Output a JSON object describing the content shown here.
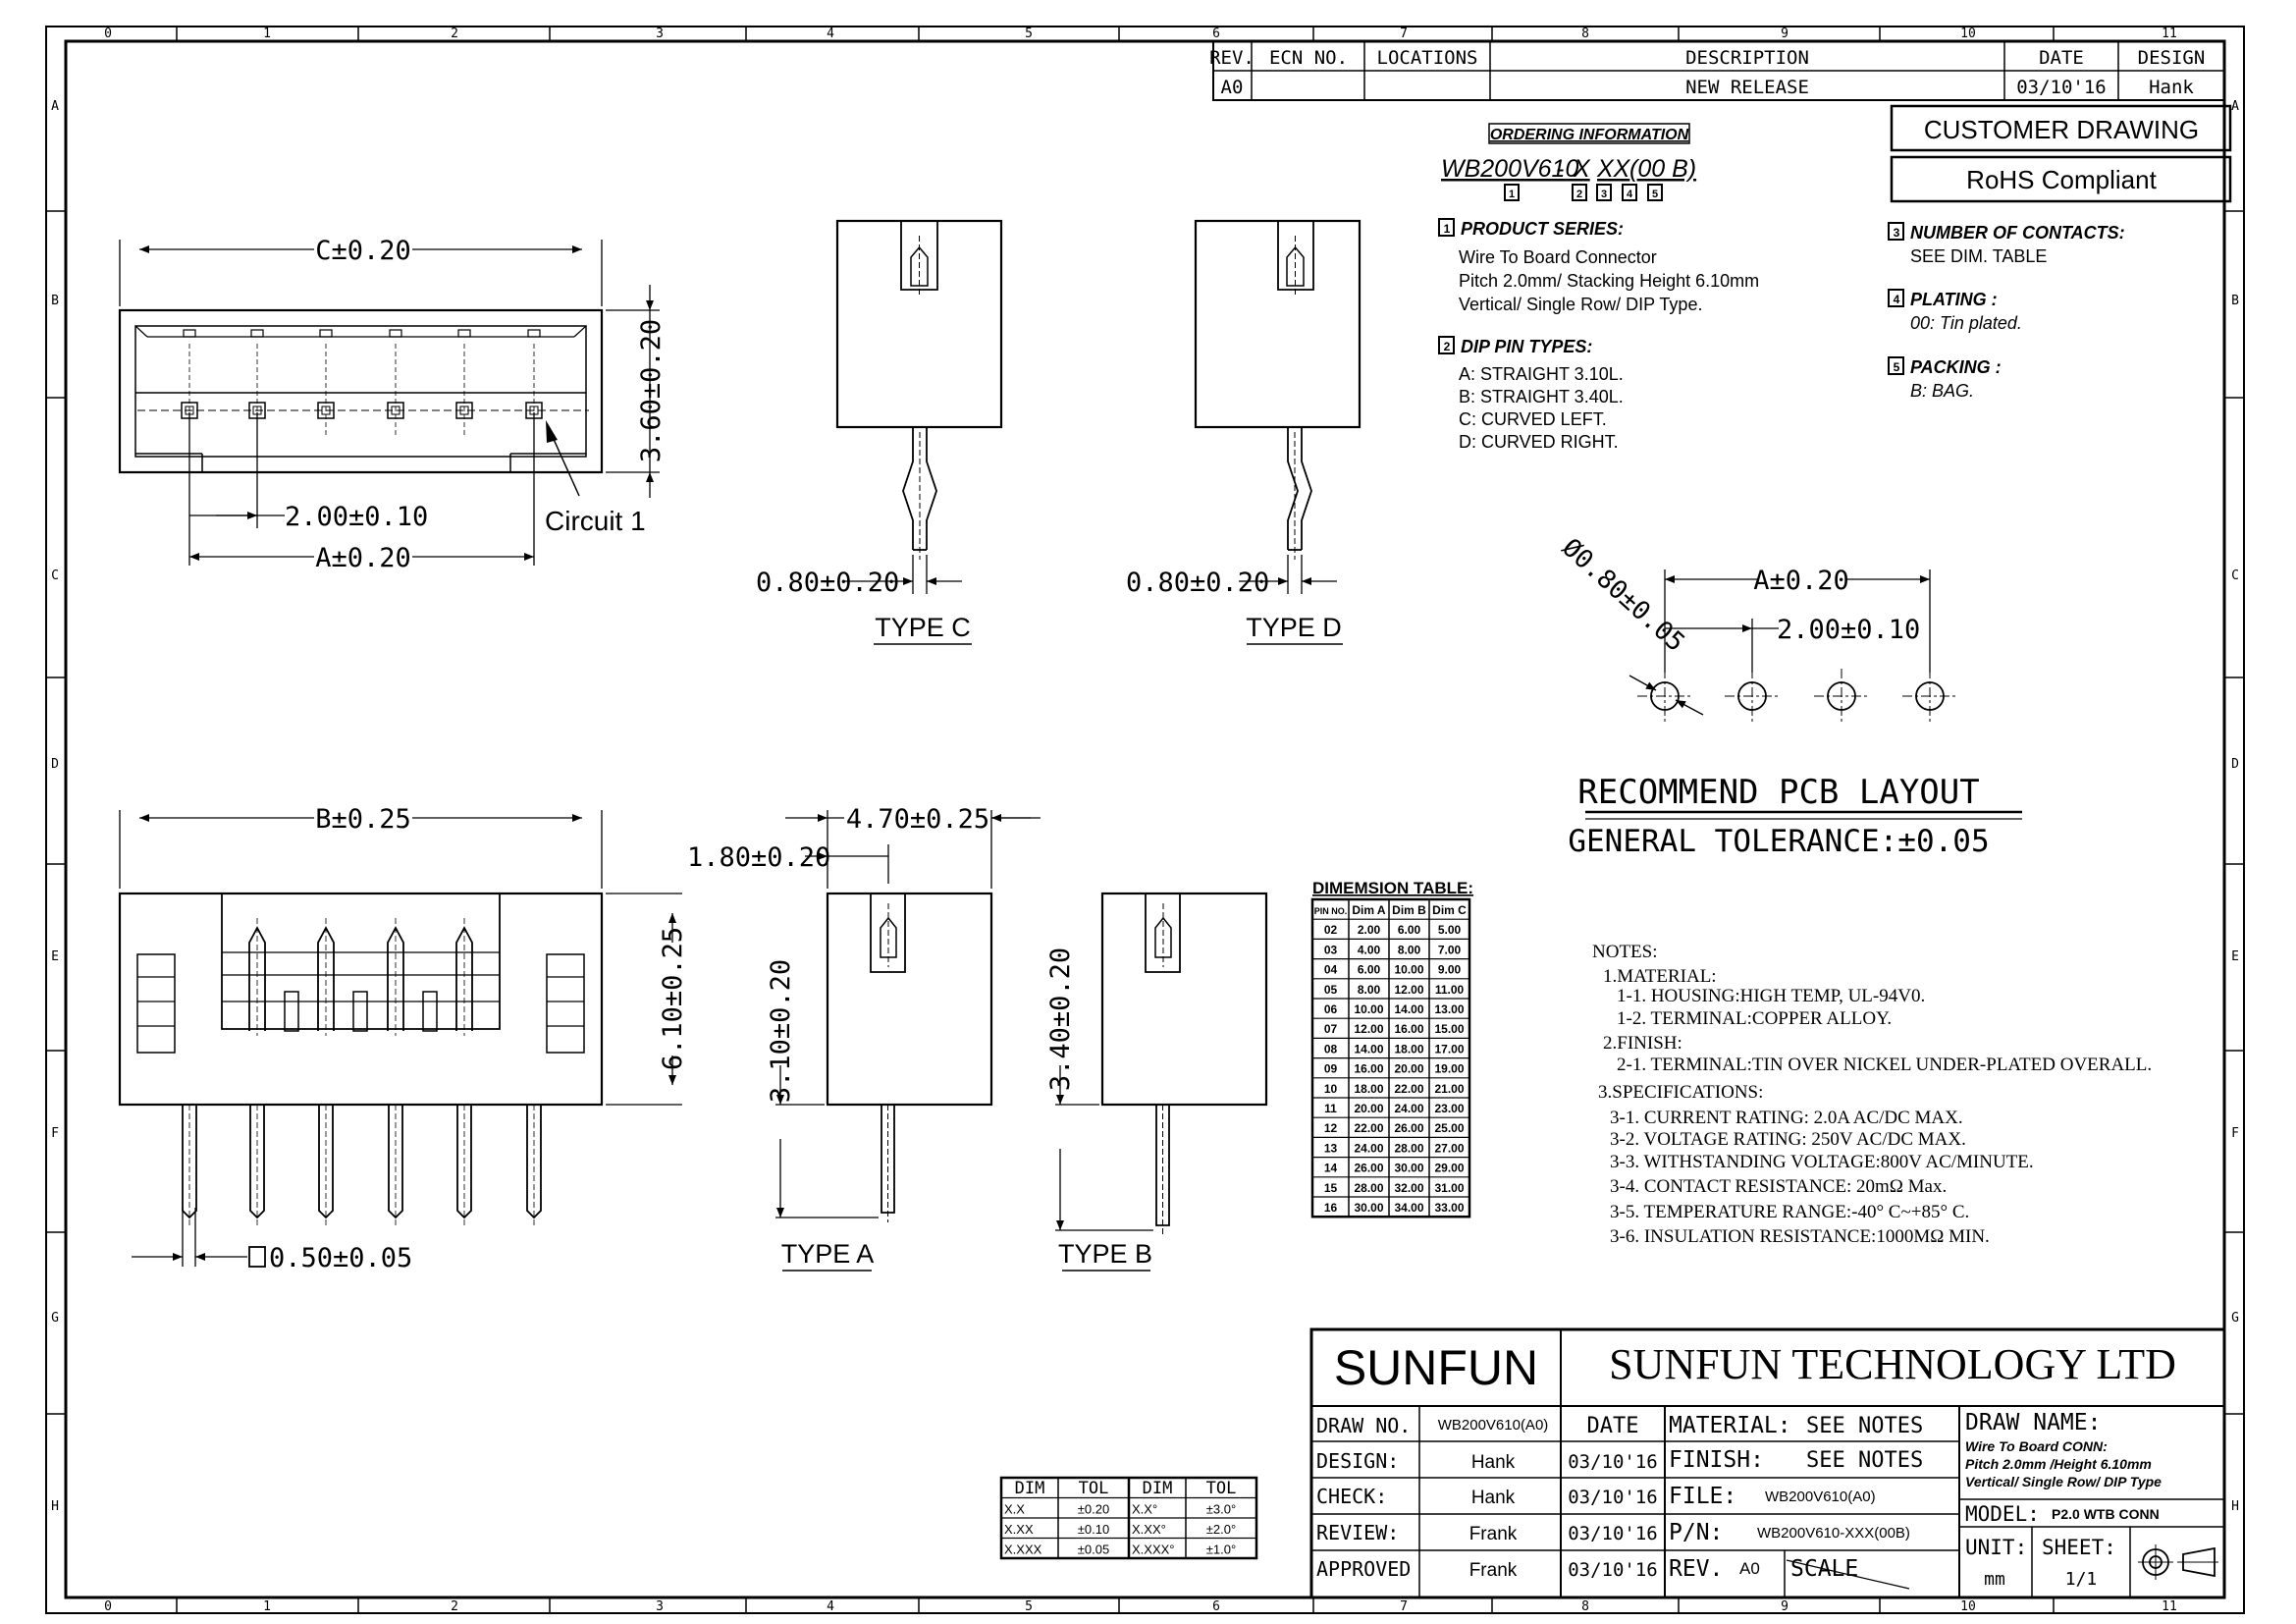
{
  "border": {
    "columns": [
      "0",
      "1",
      "2",
      "3",
      "4",
      "5",
      "6",
      "7",
      "8",
      "9",
      "10",
      "11"
    ],
    "rows": [
      "A",
      "B",
      "C",
      "D",
      "E",
      "F",
      "G",
      "H"
    ]
  },
  "revision": {
    "headers": [
      "REV.",
      "ECN NO.",
      "LOCATIONS",
      "DESCRIPTION",
      "DATE",
      "DESIGN"
    ],
    "row": [
      "A0",
      "",
      "",
      "NEW RELEASE",
      "03/10'16",
      "Hank"
    ]
  },
  "badges": {
    "customer_drawing": "CUSTOMER DRAWING",
    "rohs": "RoHS Compliant"
  },
  "ordering": {
    "title": "ORDERING INFORMATION",
    "part_prefix": "WB200V610",
    "dash": "-",
    "seg2": "X",
    "seg3": "XX",
    "seg45": "(00 B)",
    "nums": [
      "1",
      "2",
      "3",
      "4",
      "5"
    ],
    "product_series_title": "PRODUCT SERIES:",
    "product_series_lines": [
      "Wire To Board Connector",
      "Pitch 2.0mm/ Stacking Height 6.10mm",
      "Vertical/ Single Row/ DIP Type."
    ],
    "dip_title": "DIP PIN TYPES:",
    "dip_lines": [
      "A: STRAIGHT 3.10L.",
      "B: STRAIGHT 3.40L.",
      "C: CURVED LEFT.",
      "D: CURVED RIGHT."
    ],
    "contacts_title": "NUMBER OF CONTACTS:",
    "contacts_value": "SEE DIM. TABLE",
    "plating_title": "PLATING :",
    "plating_value": "00: Tin plated.",
    "packing_title": "PACKING :",
    "packing_value": "B: BAG."
  },
  "views": {
    "top_dims": {
      "c": "C±0.20",
      "height": "3.60±0.20",
      "pitch": "2.00±0.10",
      "a": "A±0.20",
      "circuit": "Circuit 1"
    },
    "type_c": {
      "dim": "0.80±0.20",
      "label": "TYPE C"
    },
    "type_d": {
      "dim": "0.80±0.20",
      "label": "TYPE D"
    },
    "pcb": {
      "hole": "Ø0.80±0.05",
      "a": "A±0.20",
      "pitch": "2.00±0.10",
      "title": "RECOMMEND PCB LAYOUT",
      "tolerance": "GENERAL TOLERANCE:±0.05"
    },
    "front": {
      "b": "B±0.25",
      "height": "6.10±0.25",
      "pin": "0.50±0.05"
    },
    "type_a": {
      "width": "4.70±0.25",
      "offset": "1.80±0.20",
      "pin": "3.10±0.20",
      "label": "TYPE A"
    },
    "type_b": {
      "pin": "3.40±0.20",
      "label": "TYPE B"
    }
  },
  "dimension_table": {
    "title": "DIMEMSION TABLE:",
    "headers": [
      "PIN NO.",
      "Dim A",
      "Dim B",
      "Dim C"
    ],
    "rows": [
      [
        "02",
        "2.00",
        "6.00",
        "5.00"
      ],
      [
        "03",
        "4.00",
        "8.00",
        "7.00"
      ],
      [
        "04",
        "6.00",
        "10.00",
        "9.00"
      ],
      [
        "05",
        "8.00",
        "12.00",
        "11.00"
      ],
      [
        "06",
        "10.00",
        "14.00",
        "13.00"
      ],
      [
        "07",
        "12.00",
        "16.00",
        "15.00"
      ],
      [
        "08",
        "14.00",
        "18.00",
        "17.00"
      ],
      [
        "09",
        "16.00",
        "20.00",
        "19.00"
      ],
      [
        "10",
        "18.00",
        "22.00",
        "21.00"
      ],
      [
        "11",
        "20.00",
        "24.00",
        "23.00"
      ],
      [
        "12",
        "22.00",
        "26.00",
        "25.00"
      ],
      [
        "13",
        "24.00",
        "28.00",
        "27.00"
      ],
      [
        "14",
        "26.00",
        "30.00",
        "29.00"
      ],
      [
        "15",
        "28.00",
        "32.00",
        "31.00"
      ],
      [
        "16",
        "30.00",
        "34.00",
        "33.00"
      ]
    ]
  },
  "notes": [
    "NOTES:",
    "1.MATERIAL:",
    "1-1. HOUSING:HIGH TEMP, UL-94V0.",
    "1-2. TERMINAL:COPPER ALLOY.",
    "2.FINISH:",
    "2-1. TERMINAL:TIN OVER NICKEL UNDER-PLATED OVERALL.",
    "3.SPECIFICATIONS:",
    "3-1. CURRENT RATING: 2.0A AC/DC MAX.",
    "3-2. VOLTAGE RATING: 250V AC/DC MAX.",
    "3-3. WITHSTANDING VOLTAGE:800V AC/MINUTE.",
    "3-4. CONTACT RESISTANCE: 20mΩ Max.",
    "3-5. TEMPERATURE RANGE:-40° C~+85° C.",
    "3-6. INSULATION RESISTANCE:1000MΩ MIN."
  ],
  "tolerance_table": {
    "headers": [
      "DIM",
      "TOL",
      "DIM",
      "TOL"
    ],
    "rows": [
      [
        "X.X",
        "±0.20",
        "X.X°",
        "±3.0°"
      ],
      [
        "X.XX",
        "±0.10",
        "X.XX°",
        "±2.0°"
      ],
      [
        "X.XXX",
        "±0.05",
        "X.XXX°",
        "±1.0°"
      ]
    ]
  },
  "title_block": {
    "logo": "SUNFUN",
    "company": "SUNFUN TECHNOLOGY LTD",
    "draw_no_label": "DRAW NO.",
    "draw_no": "WB200V610(A0)",
    "date_header": "DATE",
    "people": [
      {
        "role": "DESIGN:",
        "name": "Hank",
        "date": "03/10'16"
      },
      {
        "role": "CHECK:",
        "name": "Hank",
        "date": "03/10'16"
      },
      {
        "role": "REVIEW:",
        "name": "Frank",
        "date": "03/10'16"
      },
      {
        "role": "APPROVED",
        "name": "Frank",
        "date": "03/10'16"
      }
    ],
    "material_label": "MATERIAL:",
    "material": "SEE NOTES",
    "finish_label": "FINISH:",
    "finish": "SEE NOTES",
    "file_label": "FILE:",
    "file": "WB200V610(A0)",
    "pn_label": "P/N:",
    "pn": "WB200V610-XXX(00B)",
    "rev_label": "REV.",
    "rev": "A0",
    "scale_label": "SCALE",
    "draw_name_label": "DRAW NAME:",
    "draw_name_lines": [
      "Wire To Board CONN:",
      "Pitch 2.0mm /Height 6.10mm",
      "Vertical/ Single Row/ DIP Type"
    ],
    "model_label": "MODEL:",
    "model": "P2.0 WTB CONN",
    "unit_label": "UNIT:",
    "unit": "mm",
    "sheet_label": "SHEET:",
    "sheet": "1/1"
  }
}
